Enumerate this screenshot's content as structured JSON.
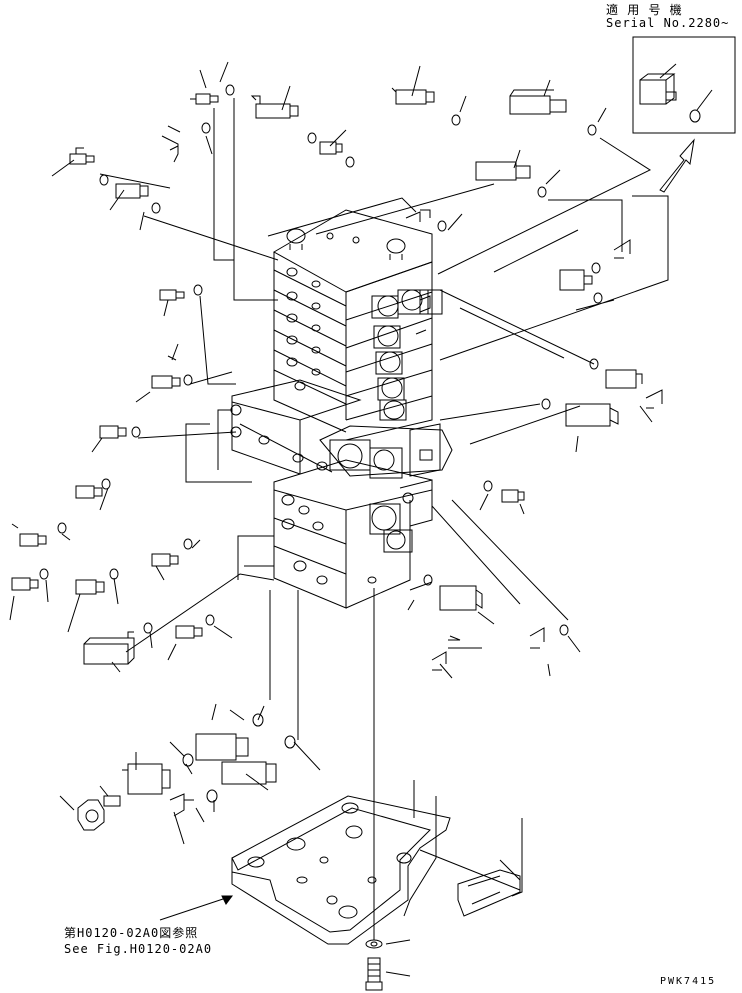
{
  "serial_note": {
    "jp_heading": "適 用 号 機",
    "serial": "Serial No.2280~"
  },
  "reference_note": {
    "jp": "第H0120-02A0図参照",
    "en": "See Fig.H0120-02A0"
  },
  "drawing_code": "PWK7415",
  "colors": {
    "ink": "#000000",
    "paper": "#ffffff"
  }
}
